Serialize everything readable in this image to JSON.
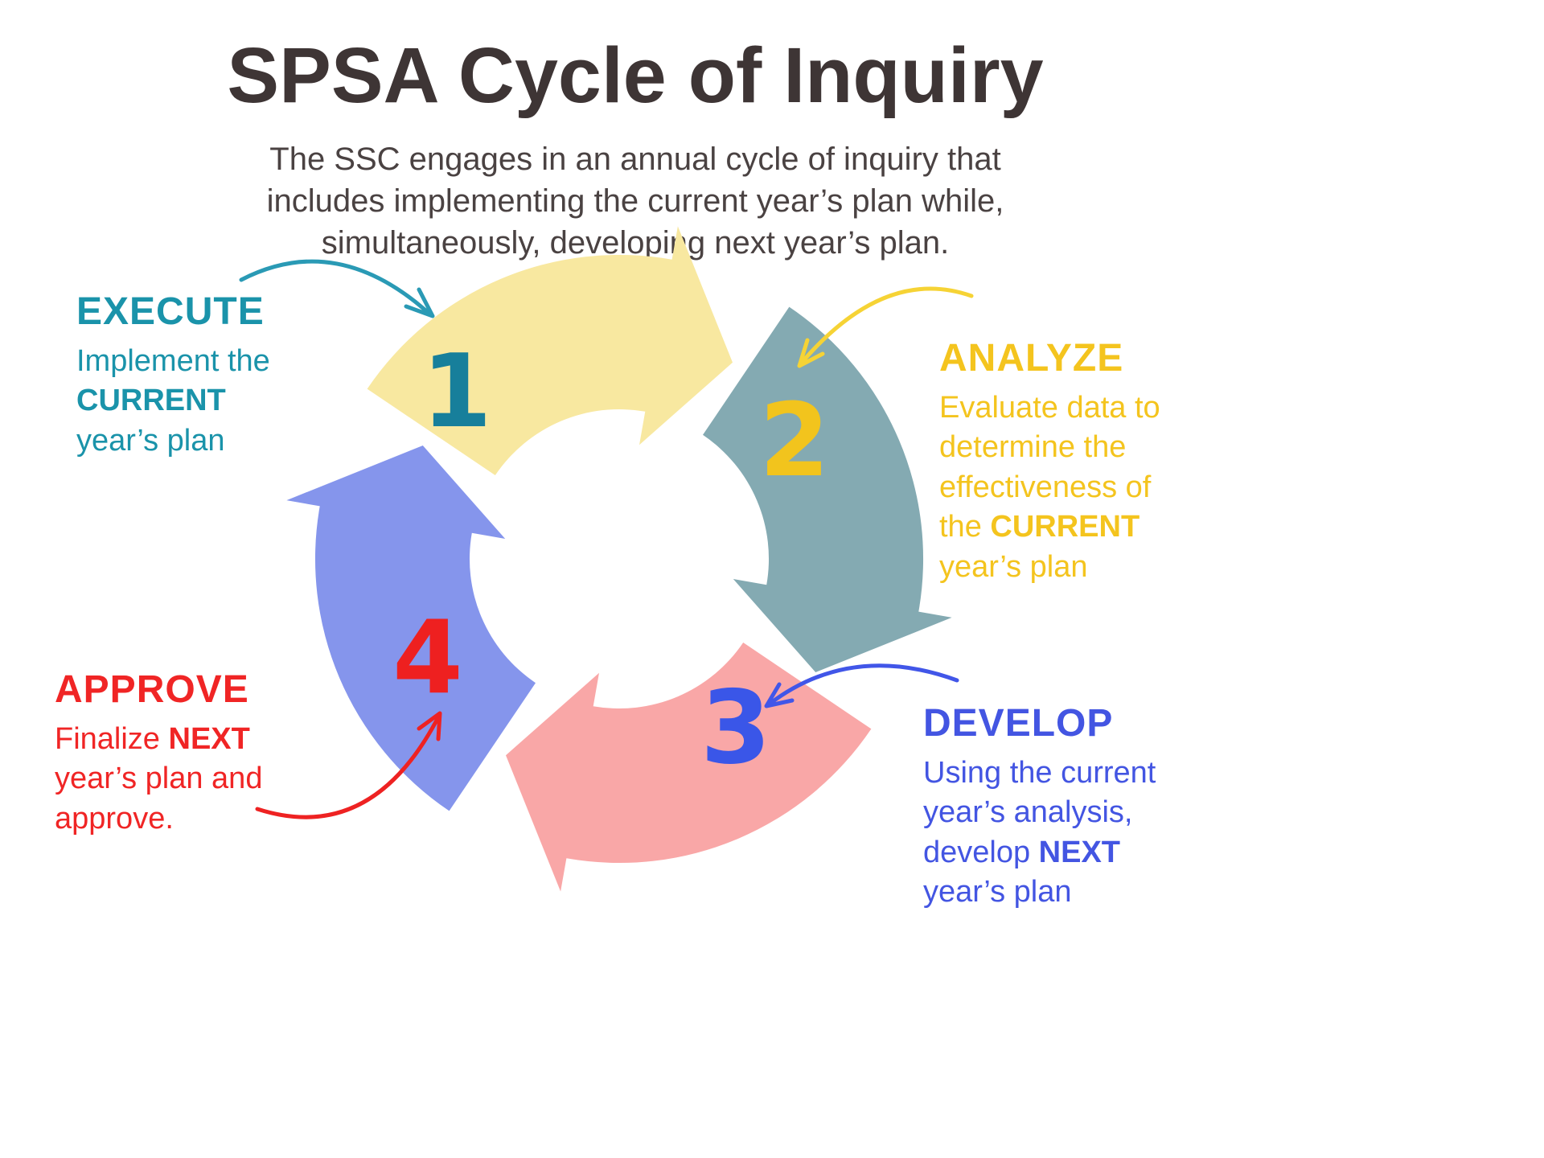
{
  "title": "SPSA Cycle of Inquiry",
  "subtitle_lines": [
    "The SSC engages in an annual cycle of inquiry that",
    "includes implementing the current year’s plan while,",
    "simultaneously, developing next year’s plan."
  ],
  "steps": [
    {
      "number": "1",
      "label": "EXECUTE",
      "label_color": "#1a93aa",
      "number_color": "#177f9b",
      "segment_color": "#f8e8a0",
      "arrow_color": "#2a9ab5",
      "desc_pre": "Implement the ",
      "desc_bold": "CURRENT",
      "desc_post": " year’s plan"
    },
    {
      "number": "2",
      "label": "ANALYZE",
      "label_color": "#f4c41e",
      "number_color": "#f2c41d",
      "segment_color": "#84aab2",
      "arrow_color": "#f6d335",
      "desc_pre": "Evaluate data to determine the effectiveness of the ",
      "desc_bold": "CURRENT",
      "desc_post": " year’s plan"
    },
    {
      "number": "3",
      "label": "DEVELOP",
      "label_color": "#4355e2",
      "number_color": "#3a56e8",
      "segment_color": "#f9a7a7",
      "arrow_color": "#4156e8",
      "desc_pre": "Using the current year’s analysis, develop ",
      "desc_bold": "NEXT",
      "desc_post": " year’s plan"
    },
    {
      "number": "4",
      "label": "APPROVE",
      "label_color": "#f02525",
      "number_color": "#ee2020",
      "segment_color": "#8595ec",
      "arrow_color": "#ee2222",
      "desc_pre": "Finalize ",
      "desc_bold": "NEXT",
      "desc_post": " year’s plan and approve."
    }
  ]
}
